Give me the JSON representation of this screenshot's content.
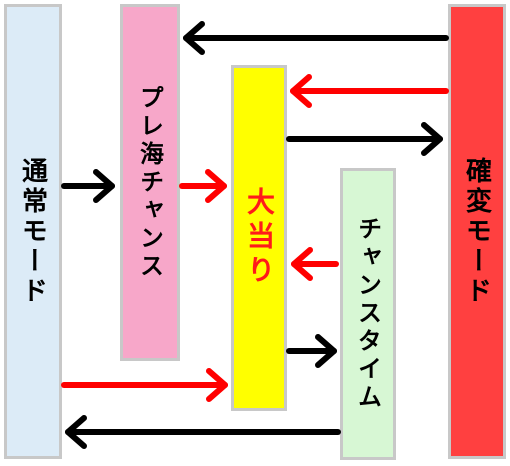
{
  "boxes": {
    "tsujo": {
      "label": "通常モード",
      "color": "#dcebf7"
    },
    "pure_kai": {
      "label": "プレ海チャンス",
      "color": "#f7a7c9"
    },
    "ooatari": {
      "label": "大当り",
      "color": "#ffff00"
    },
    "chance_time": {
      "label": "チャンスタイム",
      "color": "#d7f7d4"
    },
    "kakuhen": {
      "label": "確変モード",
      "color": "#ff4040"
    }
  },
  "arrow_colors": {
    "normal": "#000000",
    "bonus": "#ff0000"
  }
}
